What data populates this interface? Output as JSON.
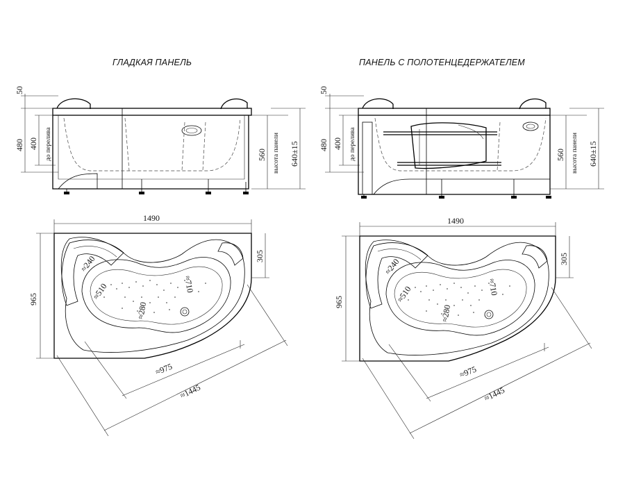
{
  "captions": {
    "left": "ГЛАДКАЯ ПАНЕЛЬ",
    "right": "ПАНЕЛЬ С ПОЛОТЕНЦЕДЕРЖАТЕЛЕМ"
  },
  "side_view": {
    "dim_top": "50",
    "dim_height": "480",
    "dim_overflow": "400",
    "label_overflow": "до перелива",
    "dim_panel": "560",
    "label_panel": "высота панели",
    "dim_total": "640±15"
  },
  "plan_view": {
    "width": "1490",
    "depth": "965",
    "corner": "305",
    "headrest": "≈240",
    "bowl_width": "≈510",
    "bowl_length": "≈710",
    "bowl_narrow": "≈280",
    "inner_length": "≈975",
    "outer_length": "≈1445"
  }
}
